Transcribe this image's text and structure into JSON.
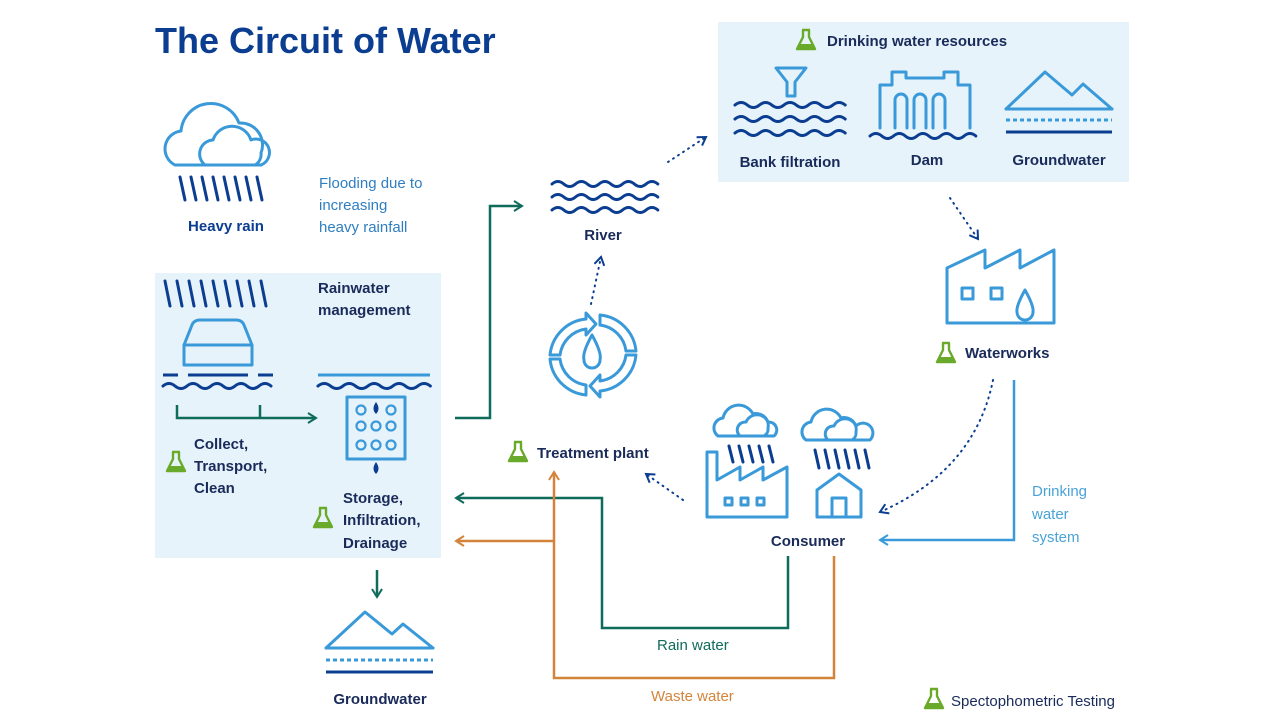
{
  "title": "The Circuit of Water",
  "heavy_rain": {
    "label": "Heavy rain",
    "flooding_note": [
      "Flooding due to",
      "increasing",
      "heavy rainfall"
    ]
  },
  "rainwater_management": {
    "label": [
      "Rainwater",
      "management"
    ],
    "collect": [
      "Collect,",
      "Transport,",
      "Clean"
    ],
    "storage": [
      "Storage,",
      "Infiltration,",
      "Drainage"
    ]
  },
  "groundwater_bottom": "Groundwater",
  "river": "River",
  "treatment_plant": "Treatment plant",
  "drinking_water_resources": {
    "label": "Drinking water resources",
    "items": [
      "Bank filtration",
      "Dam",
      "Groundwater"
    ]
  },
  "waterworks": "Waterworks",
  "drinking_water_system": [
    "Drinking",
    "water",
    "system"
  ],
  "consumer": "Consumer",
  "rain_water": "Rain water",
  "waste_water": "Waste water",
  "legend": "Spectophometric Testing",
  "colors": {
    "navy": "#0b3d91",
    "light_blue": "#3a9ad9",
    "panel": "#e6f3fb",
    "teal": "#0f6b5a",
    "orange": "#d3843a",
    "flask_green": "#6aaa2a"
  }
}
